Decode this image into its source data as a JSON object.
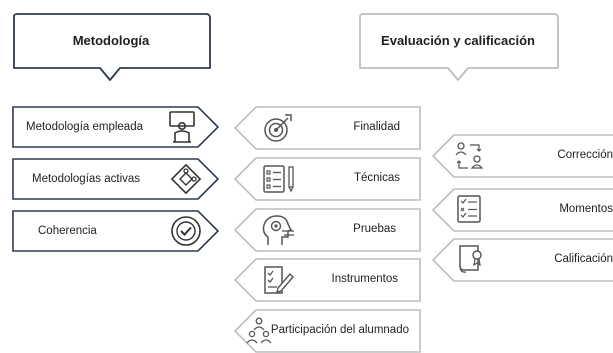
{
  "headers": {
    "left": "Metodología",
    "right": "Evaluación y calificación"
  },
  "methodology": [
    {
      "label": "Metodología empleada",
      "icon": "teacher-board-icon"
    },
    {
      "label": "Metodologías activas",
      "icon": "puzzle-icon"
    },
    {
      "label": "Coherencia",
      "icon": "check-circle-icon"
    }
  ],
  "evaluation": [
    {
      "label": "Finalidad",
      "icon": "target-icon"
    },
    {
      "label": "Técnicas",
      "icon": "checklist-clipboard-icon"
    },
    {
      "label": "Pruebas",
      "icon": "head-gears-icon"
    },
    {
      "label": "Instrumentos",
      "icon": "document-pencil-icon"
    },
    {
      "label": "Participación del alumnado",
      "icon": "people-group-icon"
    }
  ],
  "grading": [
    {
      "label": "Corrección",
      "icon": "people-exchange-icon"
    },
    {
      "label": "Momentos",
      "icon": "checklist-document-icon"
    },
    {
      "label": "Calificación",
      "icon": "certificate-icon"
    }
  ],
  "colors": {
    "dark_border": "#2e3b4e",
    "light_border": "#bdbdbd",
    "icon": "#555555"
  }
}
